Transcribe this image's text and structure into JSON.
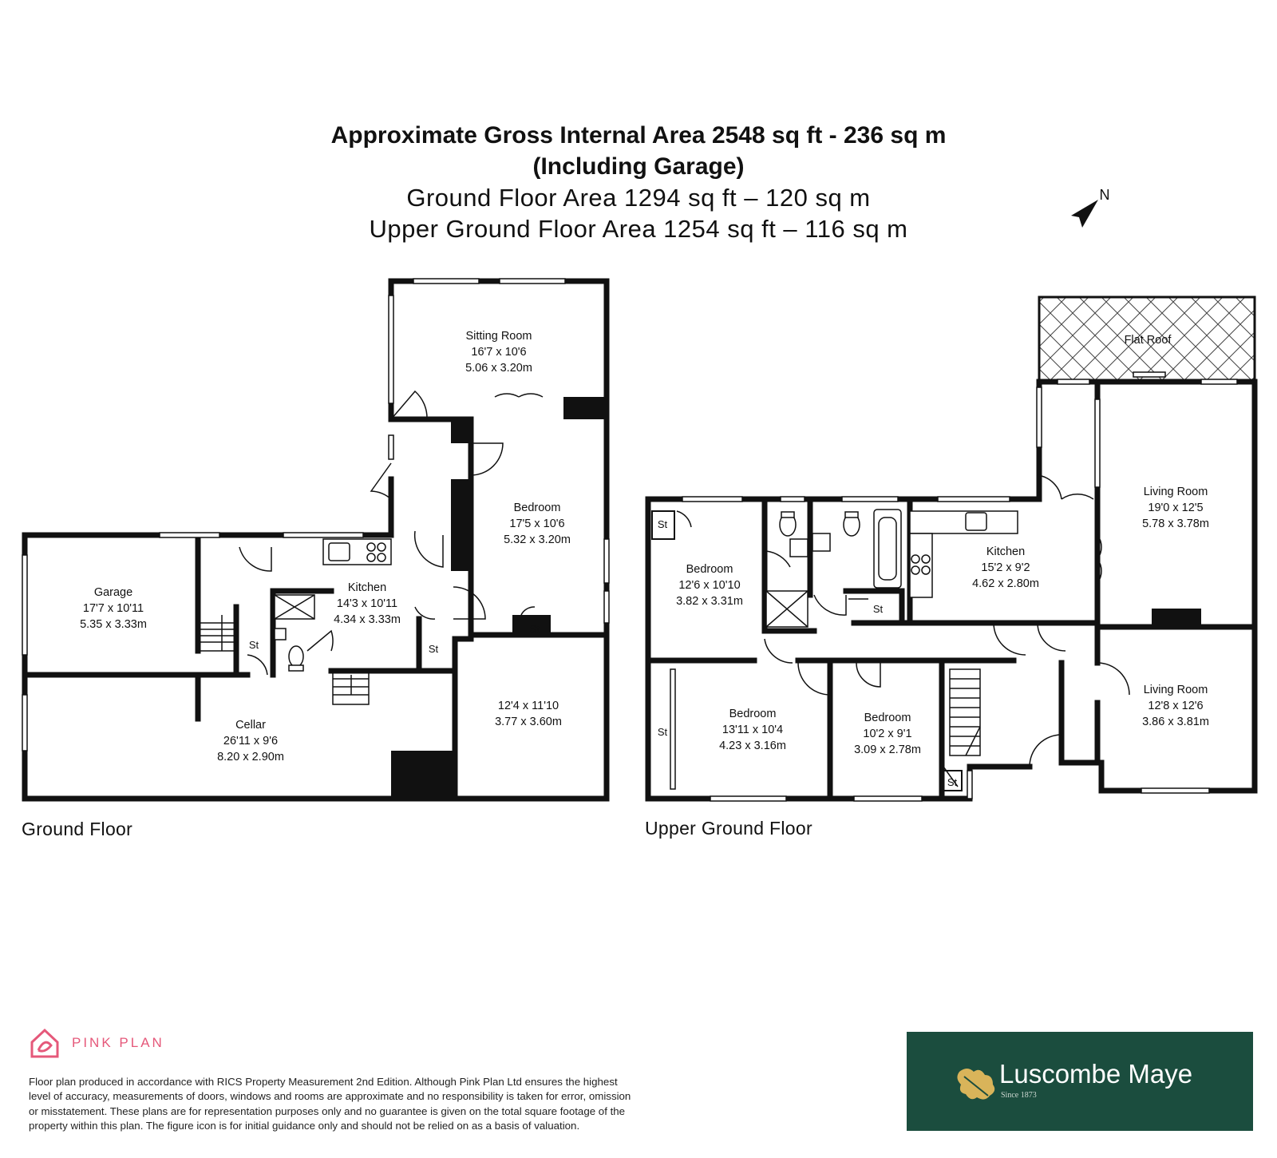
{
  "header": {
    "line1": "Approximate Gross Internal Area 2548 sq ft - 236 sq m",
    "line2": "(Including Garage)",
    "line3": "Ground Floor Area 1294 sq ft – 120 sq m",
    "line4": "Upper Ground Floor Area 1254 sq ft – 116 sq m"
  },
  "compass": {
    "label": "N"
  },
  "ground_floor": {
    "label": "Ground Floor",
    "rooms": {
      "sitting": [
        "Sitting Room",
        "16'7 x 10'6",
        "5.06 x 3.20m"
      ],
      "bedroom": [
        "Bedroom",
        "17'5 x 10'6",
        "5.32 x 3.20m"
      ],
      "garage": [
        "Garage",
        "17'7 x 10'11",
        "5.35 x 3.33m"
      ],
      "kitchen": [
        "Kitchen",
        "14'3 x 10'11",
        "4.34 x 3.33m"
      ],
      "cellar": [
        "Cellar",
        "26'11 x 9'6",
        "8.20 x 2.90m"
      ],
      "unnamed": [
        "12'4 x 11'10",
        "3.77 x 3.60m"
      ]
    },
    "storage_label": "St"
  },
  "upper_floor": {
    "label": "Upper Ground Floor",
    "rooms": {
      "flat_roof": [
        "Flat Roof"
      ],
      "living1": [
        "Living Room",
        "19'0 x 12'5",
        "5.78 x 3.78m"
      ],
      "kitchen": [
        "Kitchen",
        "15'2 x 9'2",
        "4.62 x 2.80m"
      ],
      "bedroom1": [
        "Bedroom",
        "12'6 x 10'10",
        "3.82 x 3.31m"
      ],
      "bedroom2": [
        "Bedroom",
        "13'11 x 10'4",
        "4.23 x 3.16m"
      ],
      "bedroom3": [
        "Bedroom",
        "10'2 x 9'1",
        "3.09 x 2.78m"
      ],
      "living2": [
        "Living Room",
        "12'8 x 12'6",
        "3.86 x 3.81m"
      ]
    },
    "storage_label": "St"
  },
  "footer": {
    "pink_plan": "PINK PLAN",
    "disclaimer_lines": [
      "Floor plan produced in accordance with RICS Property Measurement 2nd Edition. Although Pink Plan Ltd ensures the highest",
      "level of accuracy, measurements of doors, windows and rooms are approximate and no responsibility is taken for error, omission",
      "or misstatement. These plans are for representation purposes only and no guarantee is given on the total square footage of the",
      "property within this plan. The figure icon is for initial guidance only and should not be relied on as a basis of valuation."
    ],
    "agent_name": "Luscombe Maye",
    "agent_since": "Since 1873",
    "colors": {
      "pink": "#e5587a",
      "agent_bg": "#1b4d3e",
      "leaf": "#d9b45a"
    }
  }
}
